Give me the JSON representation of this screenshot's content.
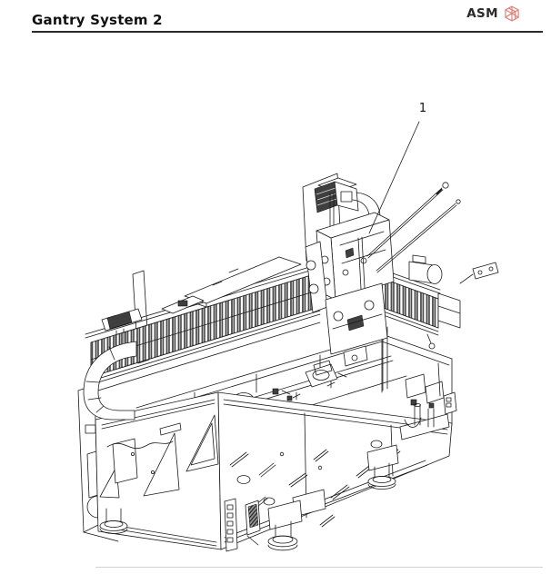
{
  "page": {
    "title": "Gantry System 2",
    "logo": {
      "text": "ASM",
      "brand_color": "#de8079"
    },
    "figure": {
      "kind": "isometric-technical-line-drawing",
      "subject": "Gantry System 2 assembly",
      "callouts": [
        {
          "label": "1"
        }
      ]
    },
    "colors": {
      "line": "#1a1a1a",
      "background": "#ffffff",
      "header_rule": "#2b2b2b",
      "footer_rule": "#d2d2d2"
    }
  }
}
